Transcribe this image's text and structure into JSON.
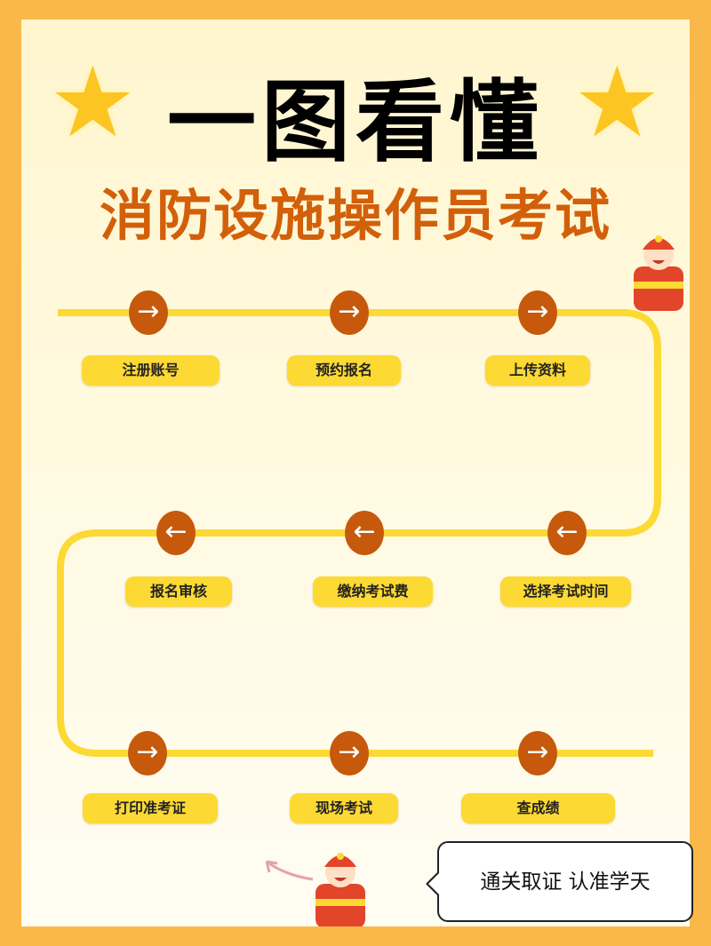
{
  "header": {
    "title": "一图看懂",
    "subtitle": "消防设施操作员考试"
  },
  "colors": {
    "border": "#fbb84a",
    "path": "#fcd933",
    "circle": "#c6590c",
    "subtitle": "#d2600a"
  },
  "steps": [
    {
      "label": "注册账号",
      "direction": "right"
    },
    {
      "label": "预约报名",
      "direction": "right"
    },
    {
      "label": "上传资料",
      "direction": "right"
    },
    {
      "label": "选择考试时间",
      "direction": "left"
    },
    {
      "label": "缴纳考试费",
      "direction": "left"
    },
    {
      "label": "报名审核",
      "direction": "left"
    },
    {
      "label": "打印准考证",
      "direction": "right"
    },
    {
      "label": "现场考试",
      "direction": "right"
    },
    {
      "label": "查成绩",
      "direction": "right"
    }
  ],
  "icons": {
    "right": "→",
    "left": "←",
    "star": "★"
  },
  "footer": {
    "bubble_text": "通关取证 认准学天"
  }
}
